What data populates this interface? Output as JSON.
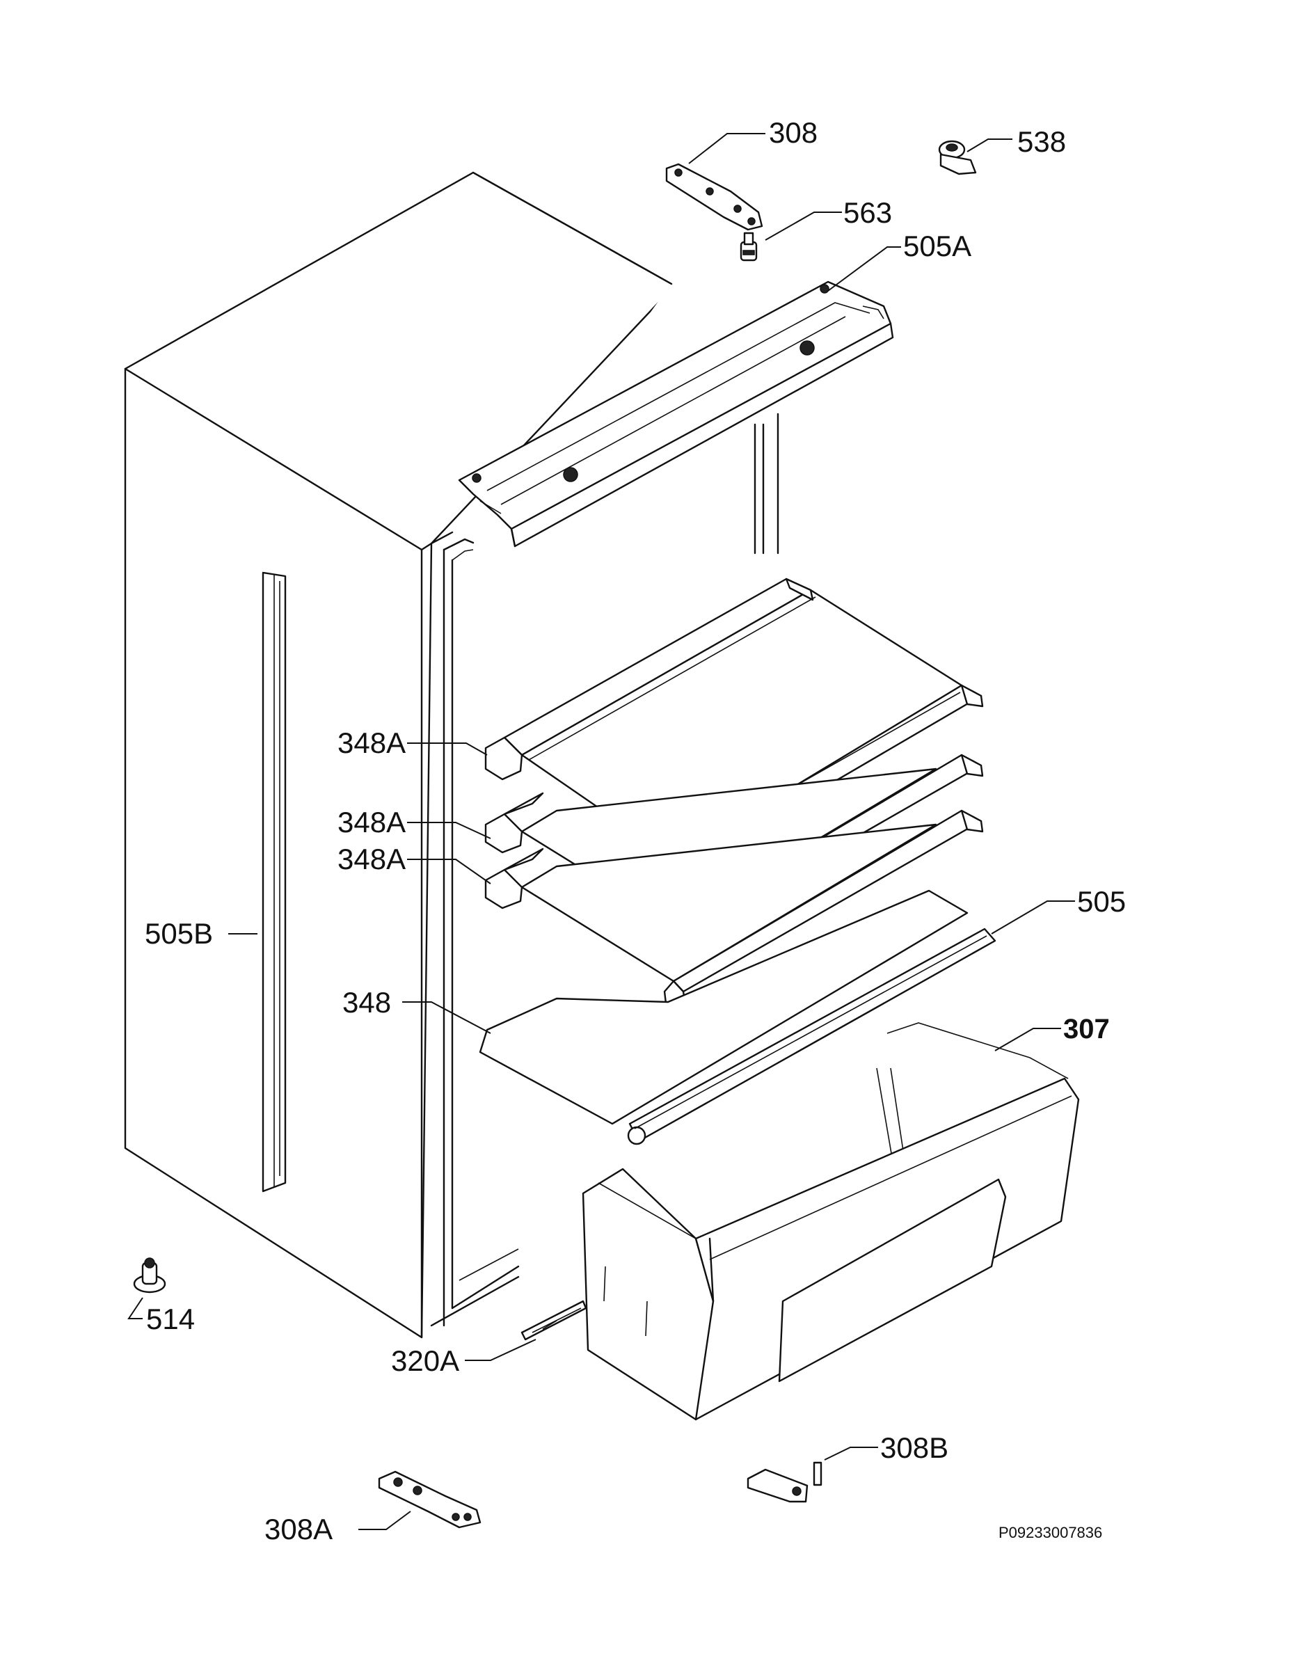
{
  "labels": {
    "p308": "308",
    "p538": "538",
    "p563": "563",
    "p505a": "505A",
    "p348a_1": "348A",
    "p348a_2": "348A",
    "p348a_3": "348A",
    "p505b": "505B",
    "p505": "505",
    "p348": "348",
    "p307": "307",
    "p514": "514",
    "p320a": "320A",
    "p308b": "308B",
    "p308a": "308A"
  },
  "drawing_code": "P09233007836"
}
